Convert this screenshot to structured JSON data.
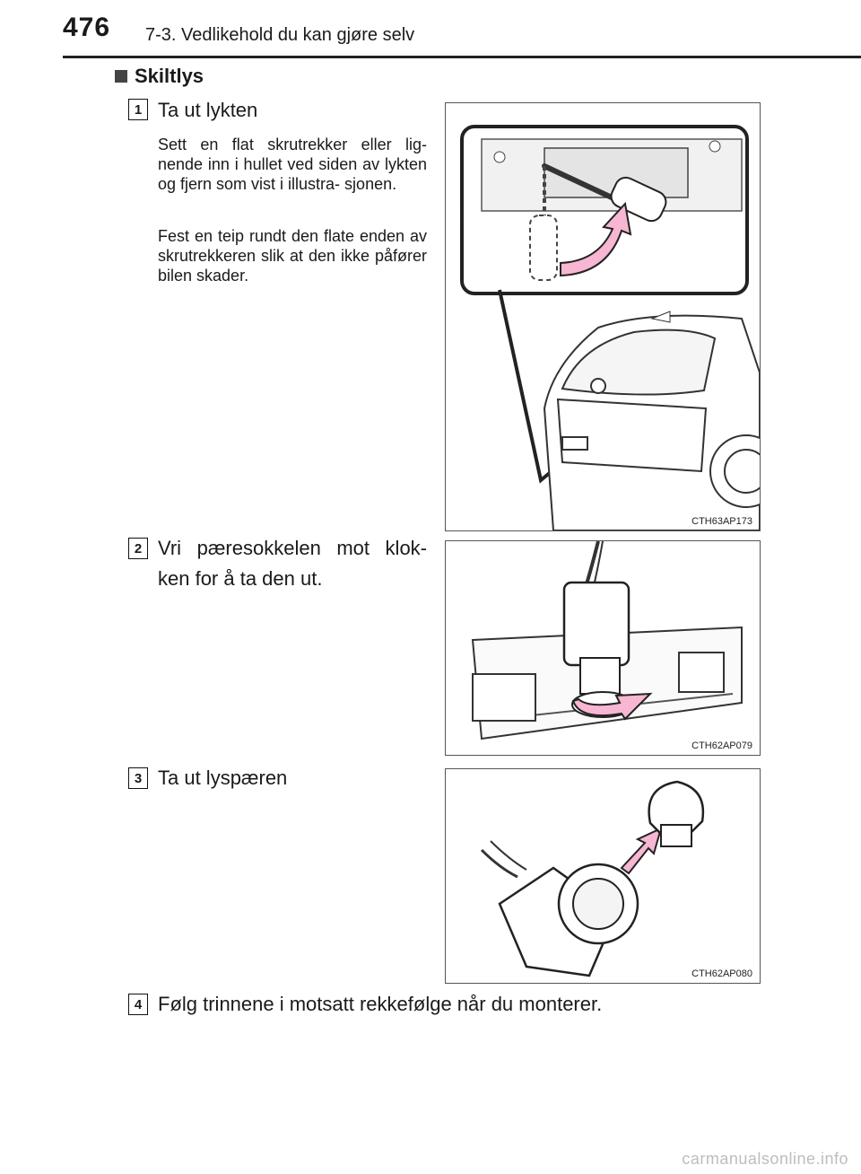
{
  "header": {
    "page_number": "476",
    "chapter_title": "7-3. Vedlikehold du kan gjøre selv"
  },
  "section": {
    "heading": "Skiltlys"
  },
  "steps": [
    {
      "number": "1",
      "title": "Ta ut lykten",
      "paragraphs": [
        "Sett en flat skrutrekker eller lig- nende inn i hullet ved siden av lykten og fjern som vist i illustra- sjonen.",
        "Fest en teip rundt den flate enden av skrutrekkeren slik at den ikke påfører bilen skader."
      ],
      "figure_code": "CTH63AP173"
    },
    {
      "number": "2",
      "title": "Vri pæresokkelen mot klok- ken for å ta den ut.",
      "figure_code": "CTH62AP079"
    },
    {
      "number": "3",
      "title": "Ta ut lyspæren",
      "figure_code": "CTH62AP080"
    },
    {
      "number": "4",
      "title": "Følg trinnene i motsatt rekkefølge når du monterer."
    }
  ],
  "watermark": "carmanualsonline.info",
  "colors": {
    "arrow_fill": "#f7b6d2",
    "arrow_stroke": "#222222",
    "rule": "#222222"
  }
}
